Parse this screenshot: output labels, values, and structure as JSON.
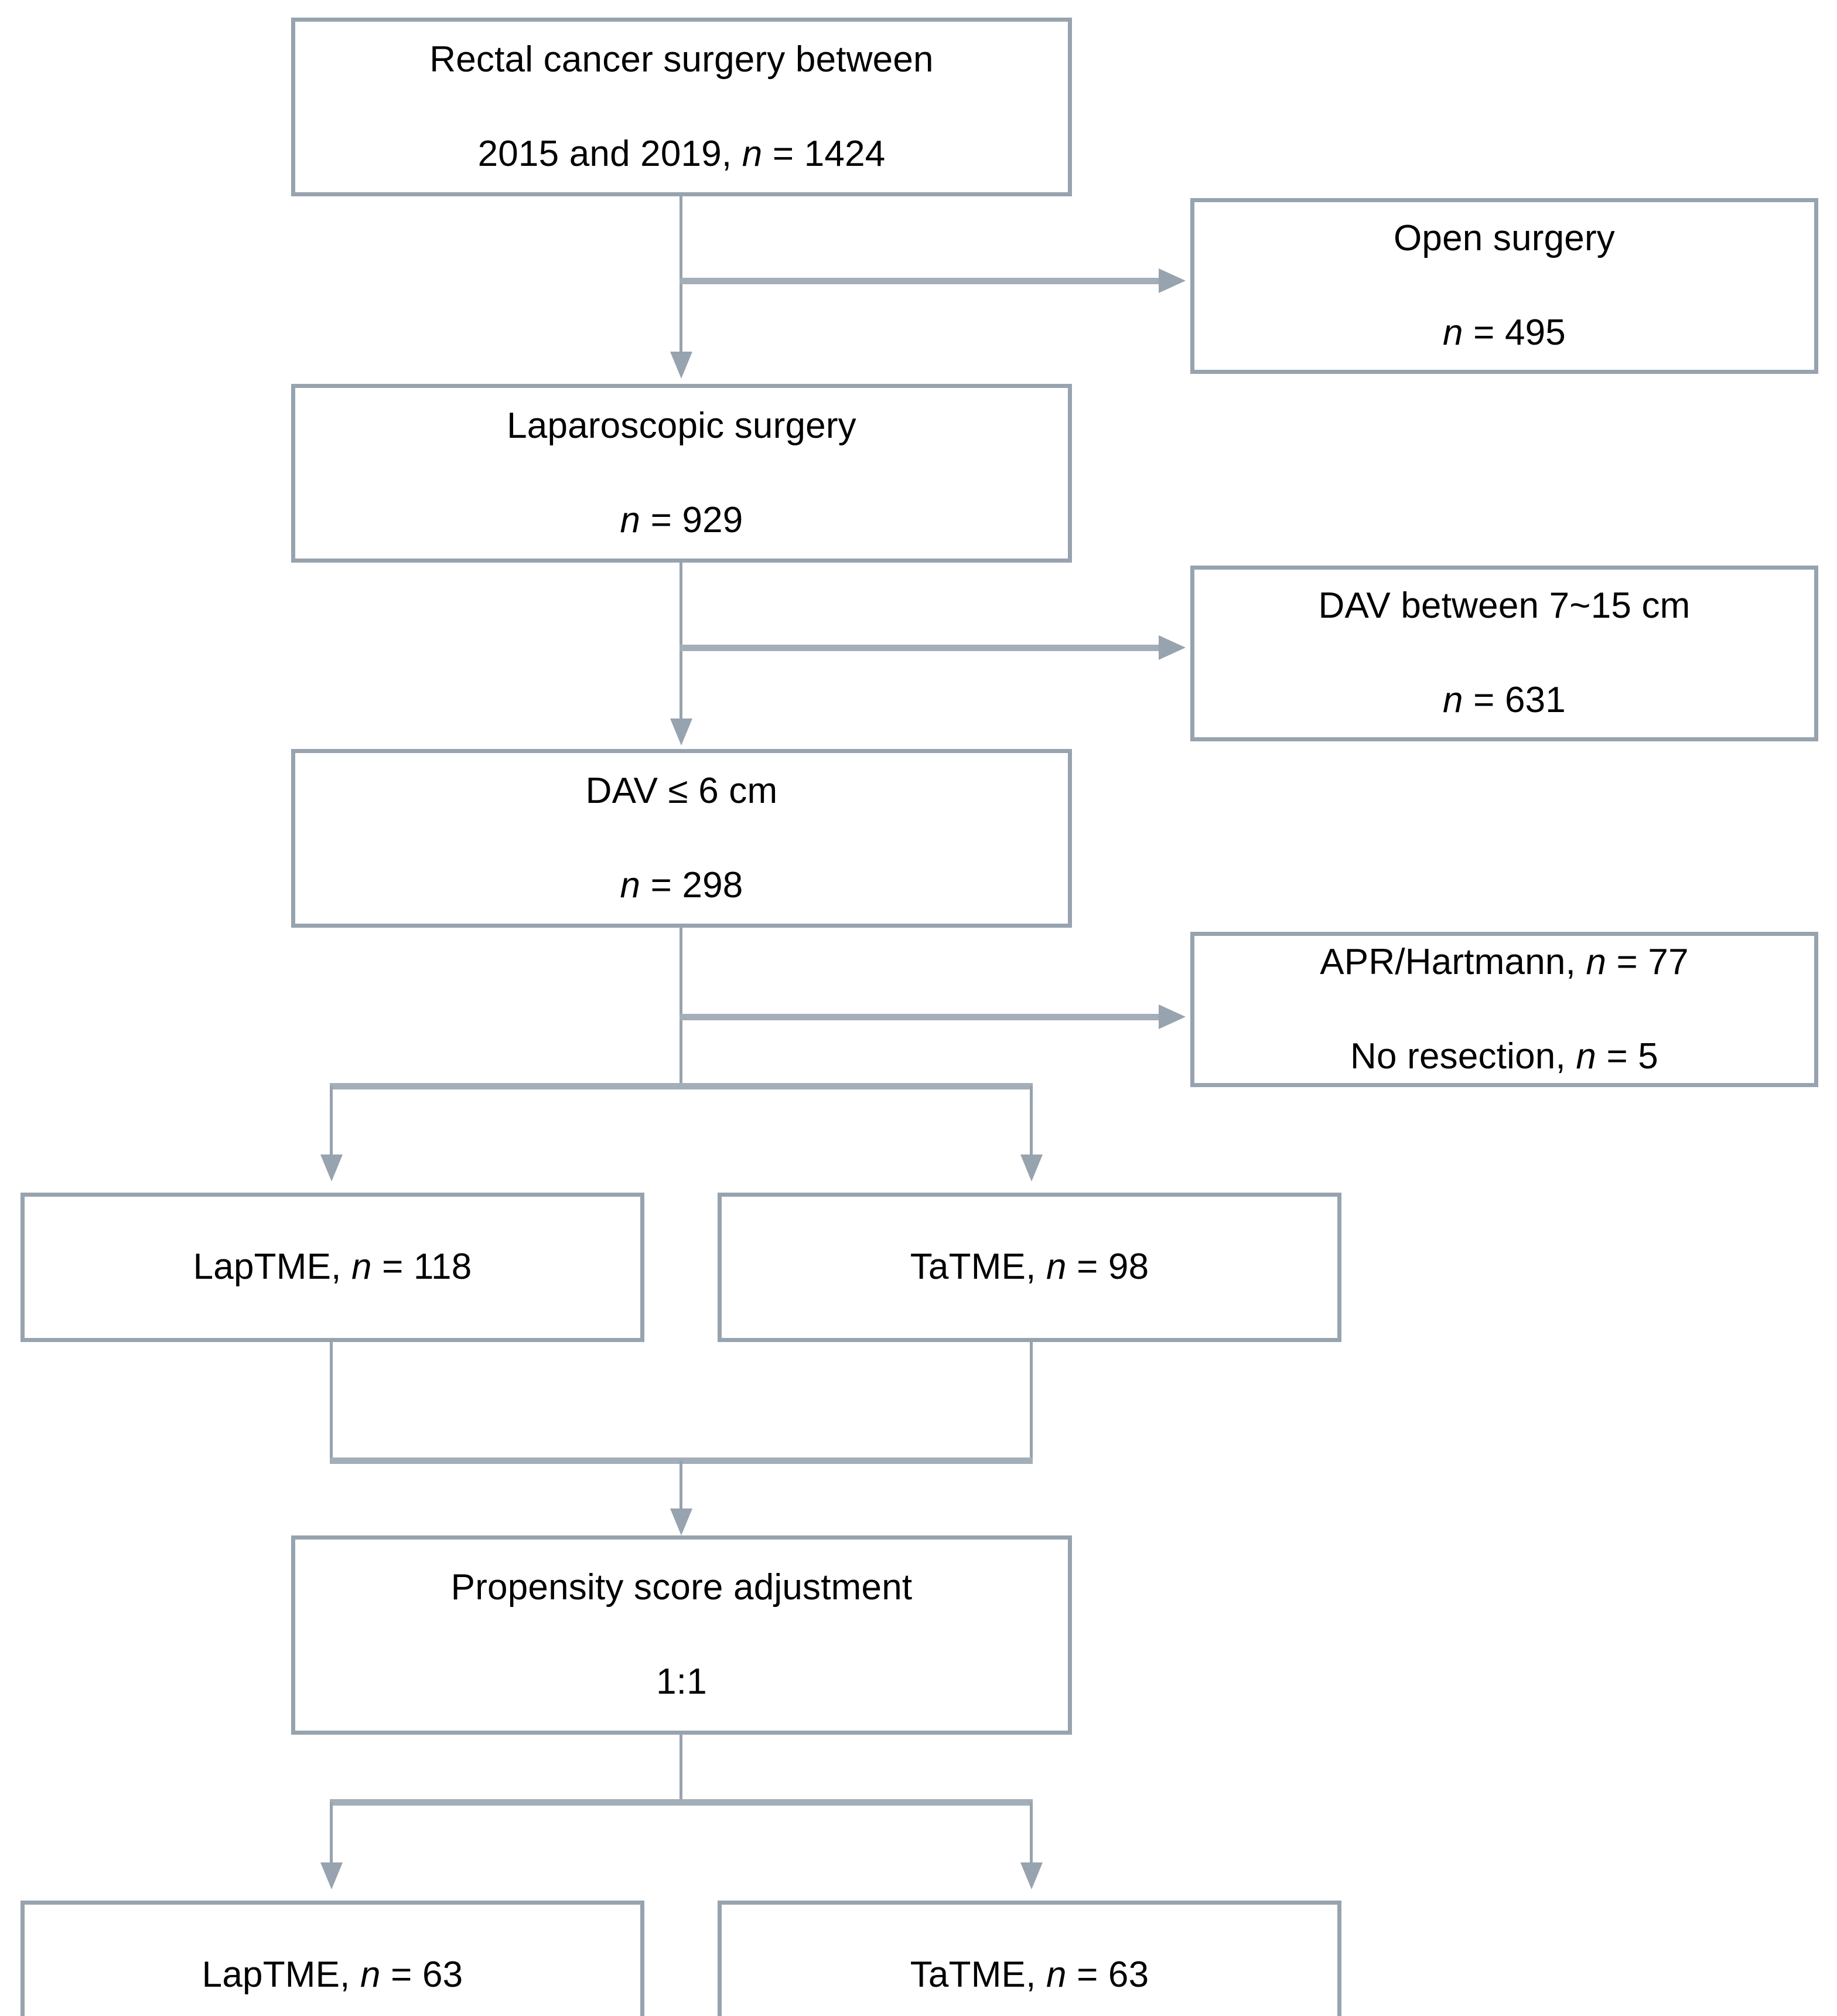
{
  "figure": {
    "kind": "study-flow-diagram",
    "accent_border_color": "#97a3ae",
    "connector_color": "#97a3ae",
    "background_color": "#ffffff",
    "text_color": "#000000"
  },
  "nodes": {
    "source_cohort": {
      "line1": "Rectal cancer surgery between",
      "line2_prefix": "2015 and 2019, ",
      "n_symbol": "n",
      "line2_suffix": " = 1424",
      "count": 1424
    },
    "excluded_open_surgery": {
      "line1": "Open surgery",
      "n_symbol": "n",
      "line2_suffix": " = 495",
      "count": 495
    },
    "laparoscopic": {
      "line1": "Laparoscopic surgery",
      "n_symbol": "n",
      "line2_suffix": " = 929",
      "count": 929
    },
    "excluded_dav_7_15": {
      "line1": "DAV between 7~15 cm",
      "n_symbol": "n",
      "line2_suffix": " = 631",
      "count": 631
    },
    "dav_le_6": {
      "line1": "DAV ≤ 6 cm",
      "n_symbol": "n",
      "line2_suffix": " = 298",
      "count": 298
    },
    "excluded_apr_noresection": {
      "line1_prefix": "APR/Hartmann, ",
      "line1_n": "n",
      "line1_suffix": " = 77",
      "line2_prefix": "No resection, ",
      "line2_n": "n",
      "line2_suffix": " = 5",
      "apr_hartmann_count": 77,
      "no_resection_count": 5
    },
    "laptme_pre": {
      "label_prefix": "LapTME, ",
      "n_symbol": "n",
      "label_suffix": " = 118",
      "count": 118
    },
    "tatme_pre": {
      "label_prefix": "TaTME, ",
      "n_symbol": "n",
      "label_suffix": " = 98",
      "count": 98
    },
    "propensity": {
      "line1": "Propensity score adjustment",
      "line2": "1:1",
      "ratio": "1:1"
    },
    "laptme_post": {
      "label_prefix": "LapTME, ",
      "n_symbol": "n",
      "label_suffix": " = 63",
      "count": 63
    },
    "tatme_post": {
      "label_prefix": "TaTME, ",
      "n_symbol": "n",
      "label_suffix": " = 63",
      "count": 63
    }
  },
  "flow": {
    "steps": [
      {
        "from": "source_cohort",
        "to": "laparoscopic",
        "type": "down-arrow"
      },
      {
        "from": "source_cohort",
        "to": "excluded_open_surgery",
        "type": "right-arrow"
      },
      {
        "from": "laparoscopic",
        "to": "dav_le_6",
        "type": "down-arrow"
      },
      {
        "from": "laparoscopic",
        "to": "excluded_dav_7_15",
        "type": "right-arrow"
      },
      {
        "from": "dav_le_6",
        "to": "excluded_apr_noresection",
        "type": "right-arrow"
      },
      {
        "from": "dav_le_6",
        "to": "laptme_pre",
        "type": "split-down-arrow"
      },
      {
        "from": "dav_le_6",
        "to": "tatme_pre",
        "type": "split-down-arrow"
      },
      {
        "from": "laptme_pre",
        "to": "propensity",
        "type": "merge-down-arrow"
      },
      {
        "from": "tatme_pre",
        "to": "propensity",
        "type": "merge-down-arrow"
      },
      {
        "from": "propensity",
        "to": "laptme_post",
        "type": "split-down-arrow"
      },
      {
        "from": "propensity",
        "to": "tatme_post",
        "type": "split-down-arrow"
      }
    ]
  }
}
